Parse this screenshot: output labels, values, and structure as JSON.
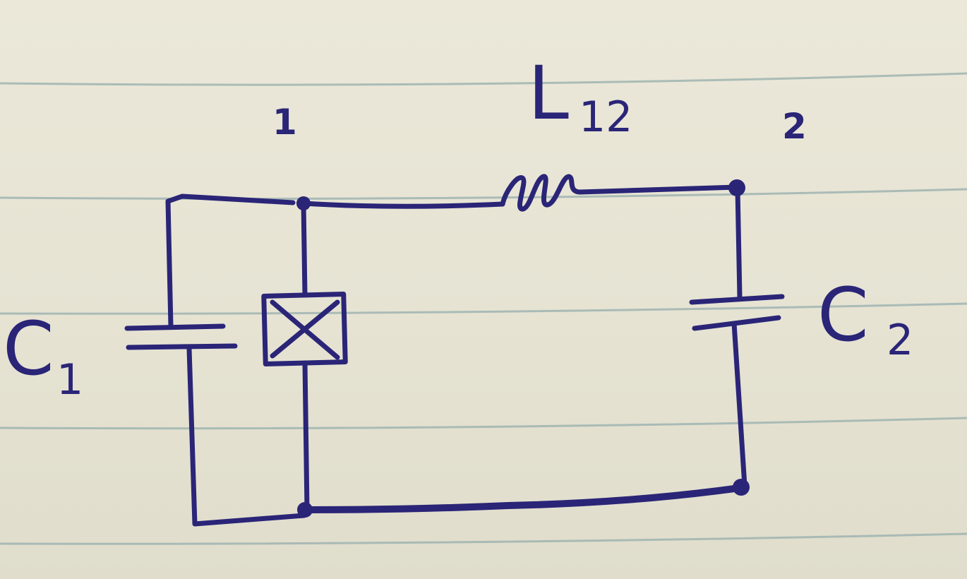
{
  "colors": {
    "paper": "#e7e4d4",
    "rule_line": "#9fb4b0",
    "ink": "#2a2577"
  },
  "nodes": {
    "node1_label": "1",
    "node2_label": "2"
  },
  "components": {
    "inductor": {
      "main": "L",
      "subscript": "12"
    },
    "capacitor1": {
      "main": "C",
      "subscript": "1"
    },
    "capacitor2": {
      "main": "C",
      "subscript": "2"
    },
    "junction": {
      "symbol": "josephson-junction"
    }
  }
}
